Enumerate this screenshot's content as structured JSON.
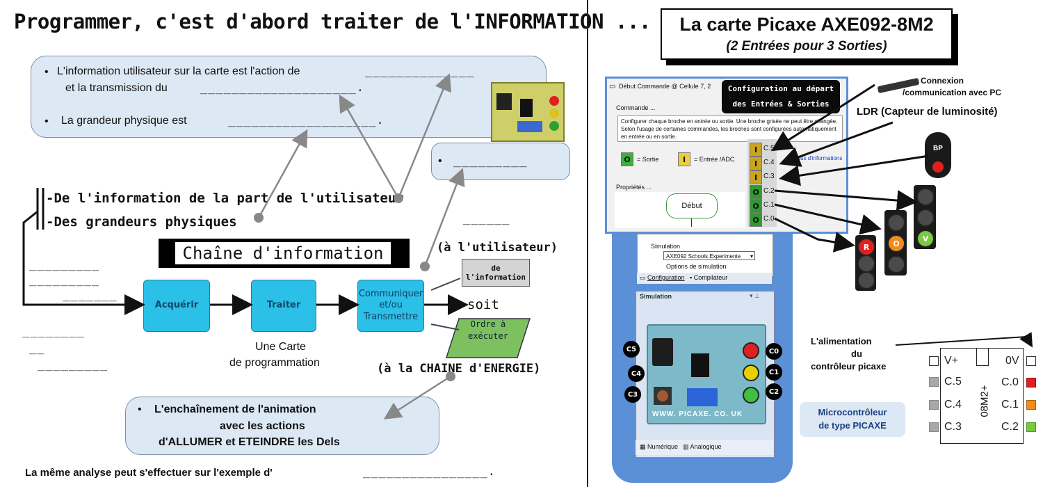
{
  "left": {
    "title": "Programmer, c'est d'abord traiter de l'INFORMATION ...",
    "bubble1": {
      "line1": "L'information utilisateur sur la carte est l'action de",
      "line1_blank": "______________",
      "line2": "et la transmission du",
      "line2_blank": "____________________.",
      "line3": "La grandeur physique est",
      "line3_blank": "___________________."
    },
    "bubble2_blank": "_________",
    "info_user": "-De l'information de la part de l'utilisateur",
    "info_phys": "-Des grandeurs physiques",
    "chain_title": "Chaîne d'information",
    "blanks_left": [
      "_________",
      "_________",
      "_______",
      "________",
      "__",
      "_________"
    ],
    "blank_right_top": "______",
    "to_user": "(à l'utilisateur)",
    "blocks": {
      "acquerir": "Acquérir",
      "traiter": "Traiter",
      "communiquer": "Communiquer et/ou Transmettre"
    },
    "soit": "soit",
    "de_info": "de l'information",
    "ordre": "Ordre à exécuter",
    "carte_line1": "Une Carte",
    "carte_line2": "de programmation",
    "to_energy": "(à la CHAINE d'ENERGIE)",
    "bubble3": {
      "line1": "L'enchaînement de l'animation",
      "line2": "avec les actions",
      "line3": "d'ALLUMER et ETEINDRE les Dels"
    },
    "footer": "La même analyse peut s'effectuer sur l'exemple d'",
    "footer_blank": "________________."
  },
  "right": {
    "title": "La carte Picaxe AXE092-8M2",
    "subtitle": "(2 Entrées pour 3 Sorties)",
    "window_title": "Début Commande @ Cellule 7, 2",
    "config_badge_line1": "Configuration au départ",
    "config_badge_line2": "des Entrées & Sorties",
    "commande_label": "Commande ...",
    "commande_text": "Configurer chaque broche en entrée ou sortie. Une broche grisée ne peut être changée. Selon l'usage de certaines commandes, les broches sont configurées automatiquement en entrée ou en sortie.",
    "legend_o": "O",
    "legend_o_text": "= Sortie",
    "legend_i": "I",
    "legend_i_text": "= Entrée /ADC",
    "plus_info": "Plus d'informations",
    "io_rows": [
      {
        "type": "I",
        "pin": "C.5"
      },
      {
        "type": "I",
        "pin": "C.4"
      },
      {
        "type": "I",
        "pin": "C.3"
      },
      {
        "type": "O",
        "pin": "C.2"
      },
      {
        "type": "O",
        "pin": "C.1"
      },
      {
        "type": "O",
        "pin": "C.0"
      }
    ],
    "proprietes_label": "Propriétés ...",
    "debut_label": "Début",
    "tree_simulation": "Simulation",
    "tree_select": "AXE092 Schools Experimente",
    "tree_options": "Options de simulation",
    "tab_config": "Configuration",
    "tab_compil": "Compilateur",
    "sim_header": "Simulation",
    "board_url": "WWW. PICAXE. CO. UK",
    "board_badges_left": [
      "C5",
      "C4",
      "C3"
    ],
    "board_badges_right": [
      "C0",
      "C1",
      "C2"
    ],
    "tab_numerique": "Numérique",
    "tab_analogique": "Analogique",
    "connexion_line1": "Connexion",
    "connexion_line2": "/communication avec PC",
    "ldr_label": "LDR (Capteur de luminosité)",
    "bp_label": "BP",
    "light_letters": [
      "R",
      "O",
      "V"
    ],
    "alim_line1": "L'alimentation",
    "alim_line2": "du",
    "alim_line3": "contrôleur picaxe",
    "micro_line1": "Microcontrôleur",
    "micro_line2": "de type PICAXE",
    "chip": {
      "vplus": "V+",
      "zerov": "0V",
      "name": "08M2+",
      "left_pins": [
        "C.5",
        "C.4",
        "C.3"
      ],
      "right_pins": [
        "C.0",
        "C.1",
        "C.2"
      ]
    },
    "colors": {
      "red": "#e02020",
      "orange": "#f08c1e",
      "green": "#7ac943",
      "panel_blue": "#5b8fd6"
    }
  }
}
